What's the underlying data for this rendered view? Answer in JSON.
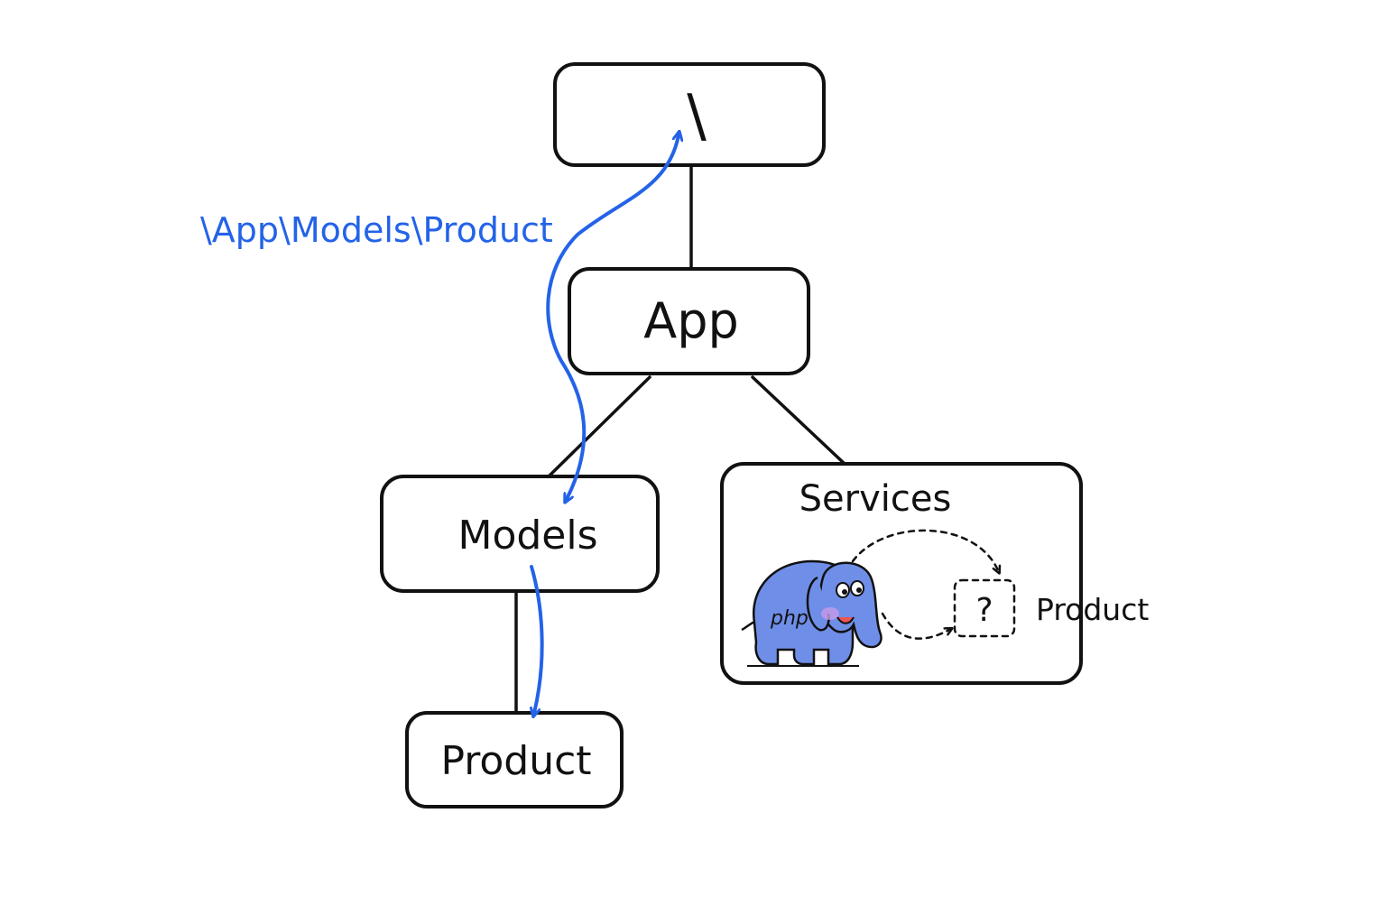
{
  "diagram": {
    "path_label": "\\App\\Models\\Product",
    "nodes": {
      "root": "\\",
      "app": "App",
      "models": "Models",
      "product": "Product",
      "services": "Services"
    },
    "services_inner": {
      "mascot_text": "php",
      "unknown_marker": "?",
      "unresolved_label": "Product"
    }
  },
  "colors": {
    "accent": "#2463e8",
    "elephant_body": "#6f8ee8",
    "elephant_cheek": "#c79be8",
    "stroke": "#111111"
  },
  "icons": {
    "mascot": "php-elephant-icon"
  }
}
